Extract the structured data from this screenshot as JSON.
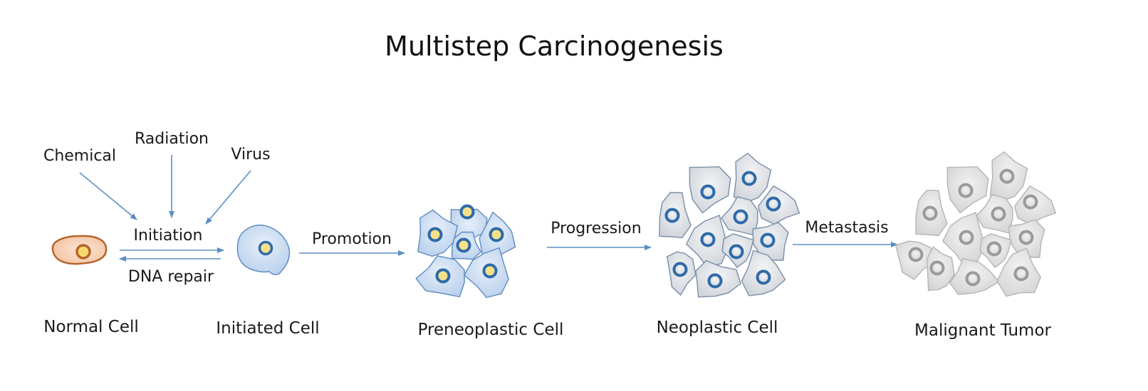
{
  "title": "Multistep Carcinogenesis",
  "agents": [
    "Chemical",
    "Radiation",
    "Virus"
  ],
  "transitions": {
    "initiation": "Initiation",
    "dna_repair": "DNA repair",
    "promotion": "Promotion",
    "progression": "Progression",
    "metastasis": "Metastasis"
  },
  "stages": [
    "Normal Cell",
    "Initiated Cell",
    "Preneoplastic Cell",
    "Neoplastic Cell",
    "Malignant Tumor"
  ],
  "colors": {
    "arrow": "#5b8fc4",
    "normal_fill": "#f6cdb0",
    "normal_stroke": "#b5652b",
    "nucleus_yellow": "#f7e08a",
    "blue_fill": "#c8daf0",
    "blue_stroke": "#5f8cc0",
    "blue_ring": "#2e6aa8",
    "grey_cell_fill": "#dcdee2",
    "grey_cell_stroke": "#7b8fa8",
    "tumor_fill": "#e3e3e3",
    "tumor_stroke": "#b5b5b5",
    "tumor_ring": "#9a9a9a"
  }
}
